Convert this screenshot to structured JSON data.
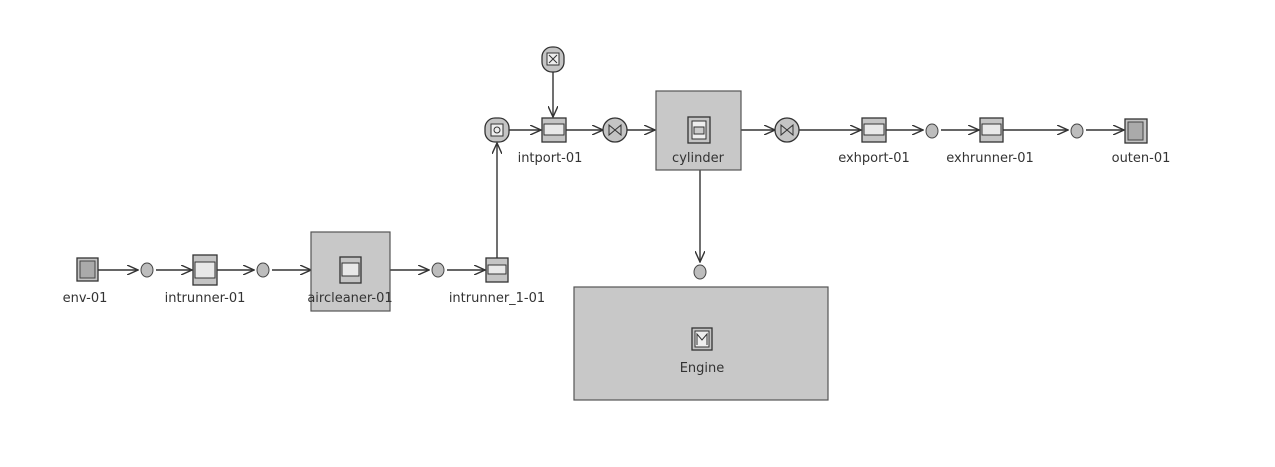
{
  "components": {
    "env": "env-01",
    "intrunner": "intrunner-01",
    "aircleaner": "aircleaner-01",
    "intrunner_1": "intrunner_1-01",
    "intport": "intport-01",
    "cylinder": "cylinder",
    "exhport": "exhport-01",
    "exhrunner": "exhrunner-01",
    "outen": "outen-01",
    "engine": "Engine"
  },
  "colors": {
    "block_fill": "#c8c8c8",
    "line": "#333333"
  }
}
